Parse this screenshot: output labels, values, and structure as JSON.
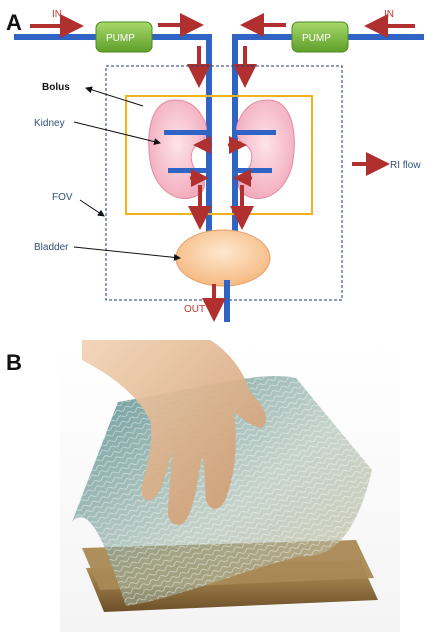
{
  "panels": {
    "a": {
      "letter": "A"
    },
    "b": {
      "letter": "B"
    }
  },
  "diagram": {
    "inlet_left": "IN",
    "inlet_right": "IN",
    "pump_left": "PUMP",
    "pump_right": "PUMP",
    "outlet": "OUT",
    "labels": {
      "bolus": "Bolus",
      "kidney": "Kidney",
      "fov": "FOV",
      "bladder": "Bladder"
    },
    "legend": {
      "ri_flow": "RI flow"
    }
  },
  "photo": {
    "subject": "hand lifting a transparent rippled gel phantom sheet from a stack of sheets"
  },
  "colors": {
    "tube_blue": "#2f63c4",
    "flow_red": "#b03030",
    "pump_green": "#7fbf3f",
    "roi_yellow": "#f2b21a",
    "fov_navy": "#1f3a7a",
    "kidney_pink": "#f6b8c6",
    "bladder_peach": "#f8c79a"
  }
}
